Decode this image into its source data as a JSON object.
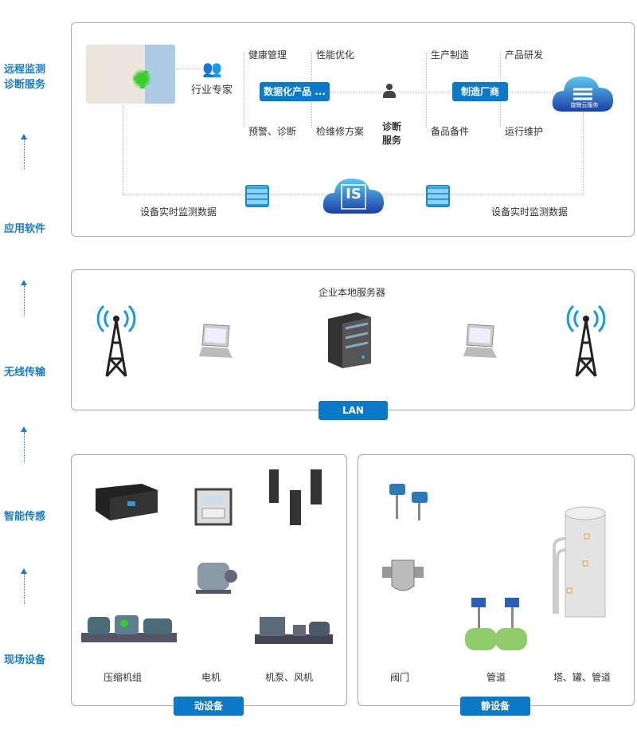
{
  "side_labels": {
    "remote": "远程监测\n诊断服务",
    "remote1": "远程监测",
    "remote2": "诊断服务",
    "app": "应用软件",
    "wireless": "无线传输",
    "sensor": "智能传感",
    "field": "现场设备"
  },
  "top": {
    "expert": "行业专家",
    "health": "健康管理",
    "perf": "性能优化",
    "warn": "预警、诊断",
    "repair": "检维修方案",
    "data_product": "数据化产品 ...",
    "diag1": "诊断",
    "diag2": "服务",
    "production": "生产制造",
    "rnd": "产品研发",
    "spare": "备品备件",
    "ops": "运行维护",
    "maker": "制造厂商",
    "cloud_logo": "旋鲸云服务",
    "is_logo": "IS",
    "realtime_left": "设备实时监测数据",
    "realtime_right": "设备实时监测数据"
  },
  "mid": {
    "server": "企业本地服务器",
    "lan": "LAN"
  },
  "dynamic": {
    "items": [
      "压缩机组",
      "电机",
      "机泵、风机"
    ],
    "button": "动设备"
  },
  "static": {
    "items": [
      "阀门",
      "管道",
      "塔、罐、管道"
    ],
    "button": "静设备"
  },
  "colors": {
    "accent": "#0a79c8",
    "label": "#1a7cc8"
  }
}
